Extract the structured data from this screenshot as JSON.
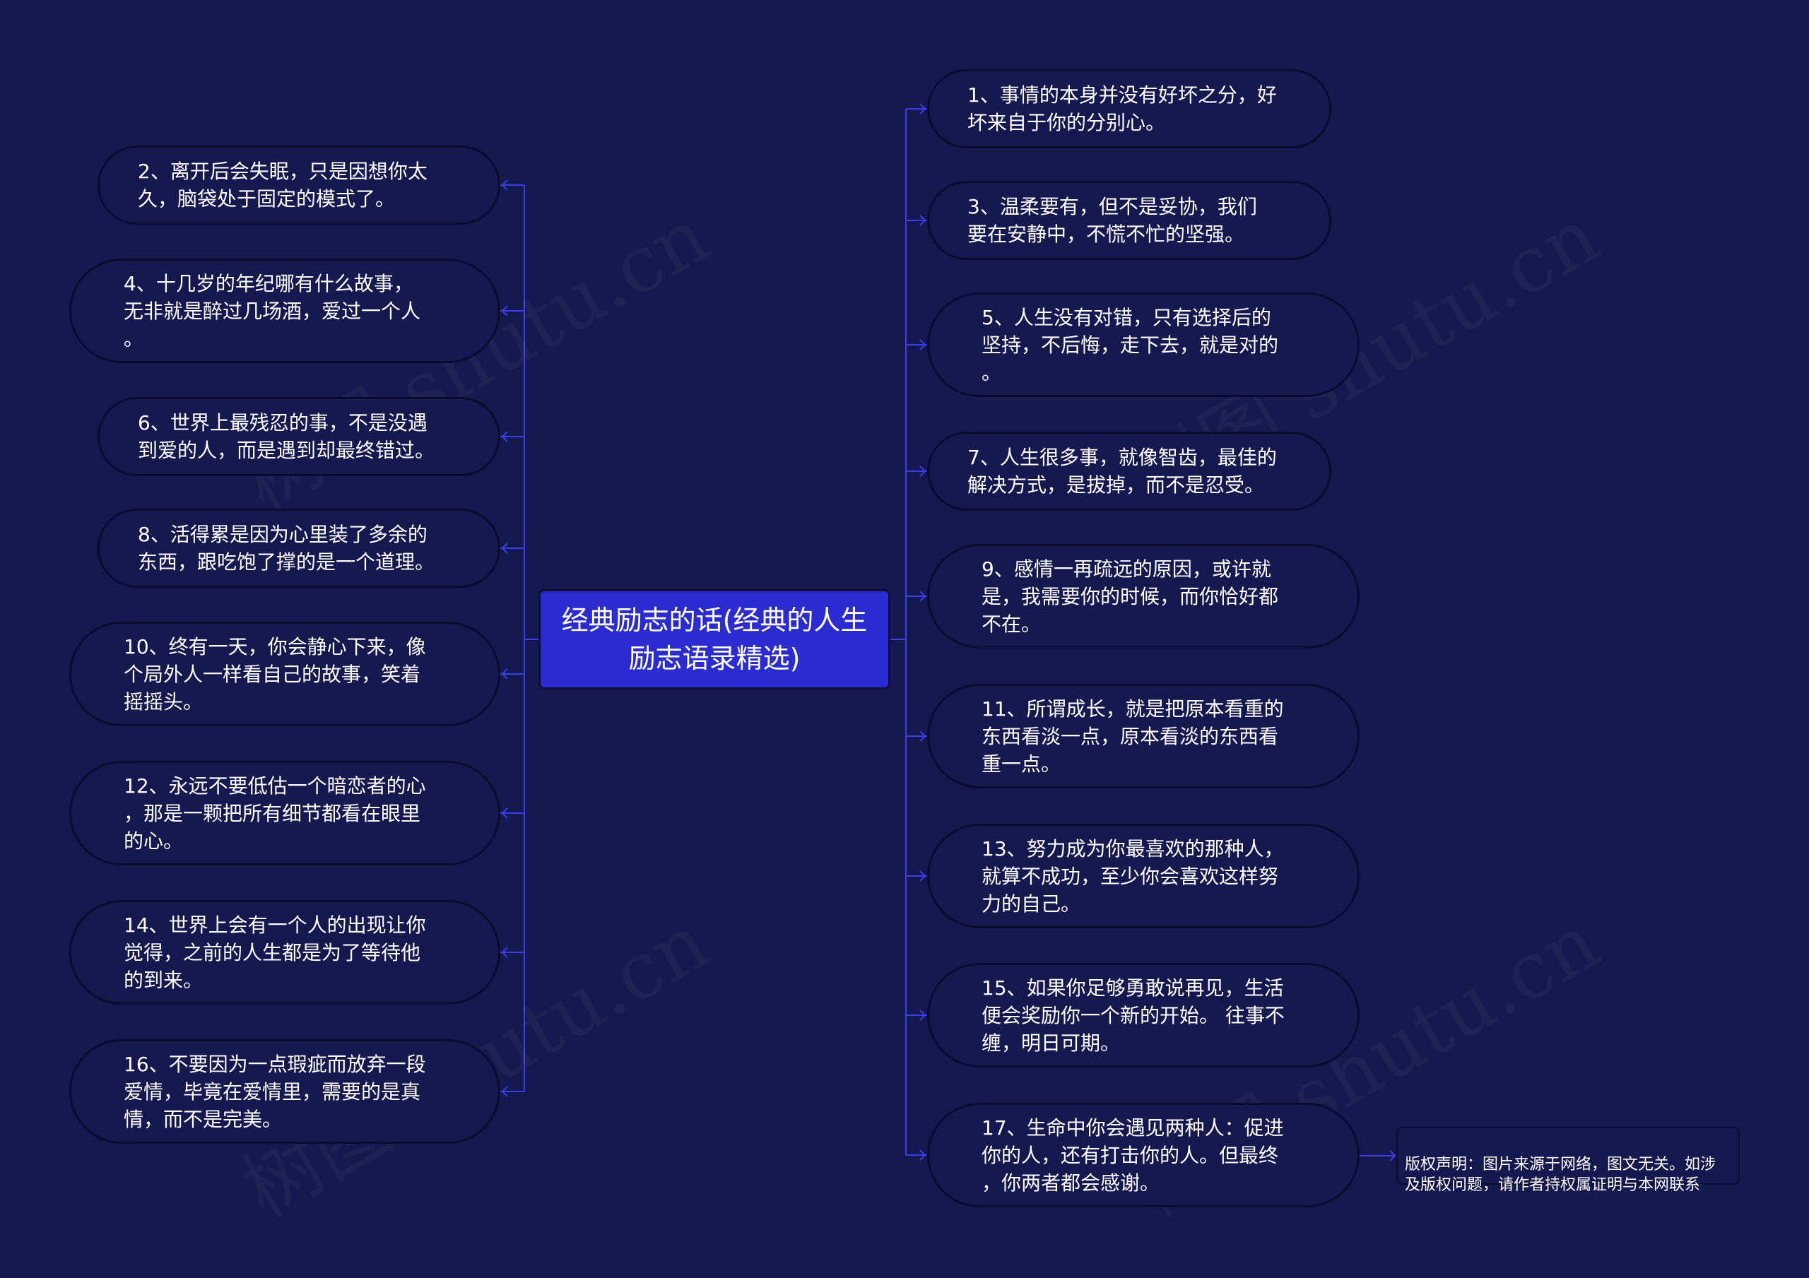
{
  "root": {
    "title": "经典励志的话(经典的人生励志语录精选)"
  },
  "left_nodes": [
    {
      "text": "2、离开后会失眠，只是因想你太\n久，脑袋处于固定的模式了。"
    },
    {
      "text": "4、十几岁的年纪哪有什么故事，\n无非就是醉过几场酒，爱过一个人\n。"
    },
    {
      "text": "6、世界上最残忍的事，不是没遇\n到爱的人，而是遇到却最终错过。"
    },
    {
      "text": "8、活得累是因为心里装了多余的\n东西，跟吃饱了撑的是一个道理。"
    },
    {
      "text": "10、终有一天，你会静心下来，像\n个局外人一样看自己的故事，笑着\n摇摇头。"
    },
    {
      "text": "12、永远不要低估一个暗恋者的心\n，那是一颗把所有细节都看在眼里\n的心。"
    },
    {
      "text": "14、世界上会有一个人的出现让你\n觉得，之前的人生都是为了等待他\n的到来。"
    },
    {
      "text": "16、不要因为一点瑕疵而放弃一段\n爱情，毕竟在爱情里，需要的是真\n情，而不是完美。"
    }
  ],
  "right_nodes": [
    {
      "text": "1、事情的本身并没有好坏之分，好\n坏来自于你的分别心。"
    },
    {
      "text": "3、温柔要有，但不是妥协，我们\n要在安静中，不慌不忙的坚强。"
    },
    {
      "text": "5、人生没有对错，只有选择后的\n坚持，不后悔，走下去，就是对的\n。"
    },
    {
      "text": "7、人生很多事，就像智齿，最佳的\n解决方式，是拔掉，而不是忍受。"
    },
    {
      "text": "9、感情一再疏远的原因，或许就\n是，我需要你的时候，而你恰好都\n不在。"
    },
    {
      "text": "11、所谓成长，就是把原本看重的\n东西看淡一点，原本看淡的东西看\n重一点。"
    },
    {
      "text": "13、努力成为你最喜欢的那种人，\n就算不成功，至少你会喜欢这样努\n力的自己。"
    },
    {
      "text": "15、如果你足够勇敢说再见，生活\n便会奖励你一个新的开始。 往事不\n缠，明日可期。"
    },
    {
      "text": "17、生命中你会遇见两种人：促进\n你的人，还有打击你的人。但最终\n，你两者都会感谢。"
    }
  ],
  "note": {
    "text": "版权声明：图片来源于网络，图文无关。如涉\n及版权问题，请作者持权属证明与本网联系"
  },
  "watermark": "树图 shutu.cn",
  "colors": {
    "background": "#16194f",
    "root_fill": "#2a2bd0",
    "connector": "#3a3ee6",
    "node_border": "#0a0c2c",
    "text": "#ffffff"
  }
}
